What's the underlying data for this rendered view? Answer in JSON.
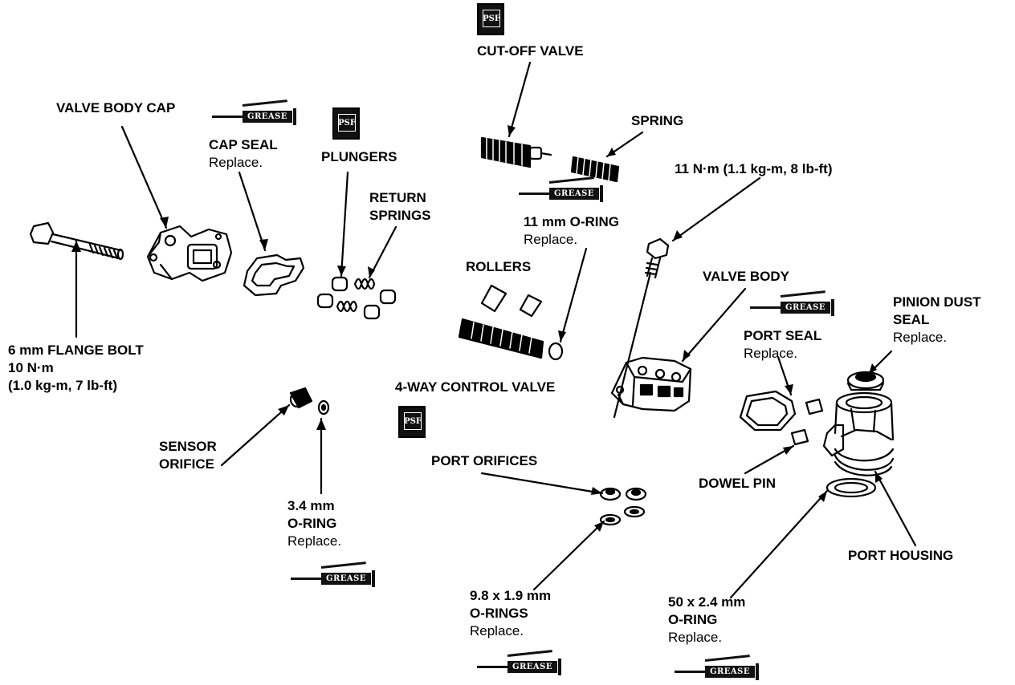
{
  "labels": {
    "valve_body_cap": "VALVE BODY CAP",
    "cap_seal": "CAP SEAL",
    "cap_seal_note": "Replace.",
    "plungers": "PLUNGERS",
    "return_springs_1": "RETURN",
    "return_springs_2": "SPRINGS",
    "cut_off_valve": "CUT-OFF VALVE",
    "spring": "SPRING",
    "torque_11": "11 N·m (1.1 kg-m, 8 lb-ft)",
    "o_ring_11": "11 mm O-RING",
    "o_ring_11_note": "Replace.",
    "rollers": "ROLLERS",
    "valve_body": "VALVE BODY",
    "pinion_dust_seal_1": "PINION DUST",
    "pinion_dust_seal_2": "SEAL",
    "pinion_dust_seal_note": "Replace.",
    "port_seal": "PORT SEAL",
    "port_seal_note": "Replace.",
    "flange_bolt_1": "6 mm FLANGE BOLT",
    "flange_bolt_2": "10 N·m",
    "flange_bolt_3": "(1.0 kg-m, 7 lb-ft)",
    "four_way_valve": "4-WAY CONTROL VALVE",
    "sensor_orifice_1": "SENSOR",
    "sensor_orifice_2": "ORIFICE",
    "o_ring_34_1": "3.4 mm",
    "o_ring_34_2": "O-RING",
    "o_ring_34_note": "Replace.",
    "port_orifices": "PORT ORIFICES",
    "dowel_pin": "DOWEL PIN",
    "port_housing": "PORT HOUSING",
    "o_rings_98_1": "9.8 x 1.9 mm",
    "o_rings_98_2": "O-RINGS",
    "o_rings_98_note": "Replace.",
    "o_ring_50_1": "50 x 2.4 mm",
    "o_ring_50_2": "O-RING",
    "o_ring_50_note": "Replace."
  },
  "symbols": {
    "grease": "GREASE",
    "psf": "PSF"
  },
  "colors": {
    "ink": "#000000",
    "paper": "#ffffff"
  }
}
